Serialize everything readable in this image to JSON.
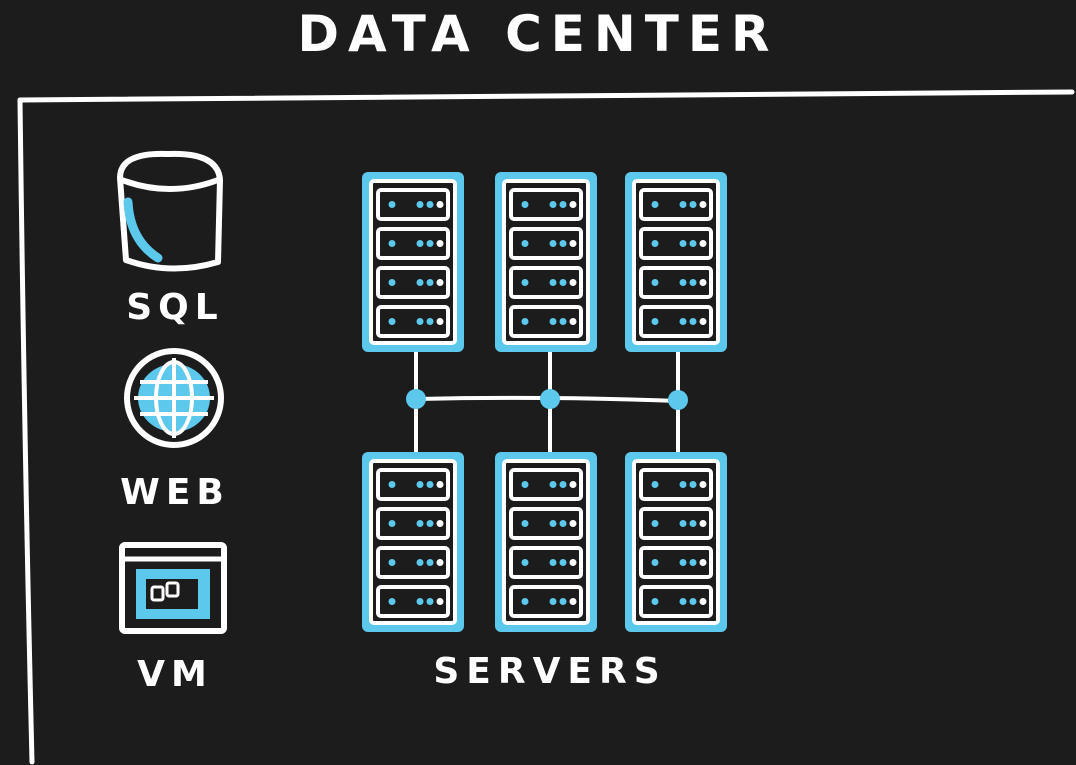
{
  "title": "DATA CENTER",
  "services": [
    {
      "label": "SQL",
      "icon": "database-icon"
    },
    {
      "label": "WEB",
      "icon": "globe-icon"
    },
    {
      "label": "VM",
      "icon": "vm-window-icon"
    }
  ],
  "servers": {
    "label": "SERVERS",
    "rows": 2,
    "columns": 3,
    "units_per_rack": 4,
    "icon": "server-rack-icon"
  },
  "colors": {
    "background": "#1c1c1c",
    "stroke": "#ffffff",
    "accent": "#5cc8ec"
  }
}
